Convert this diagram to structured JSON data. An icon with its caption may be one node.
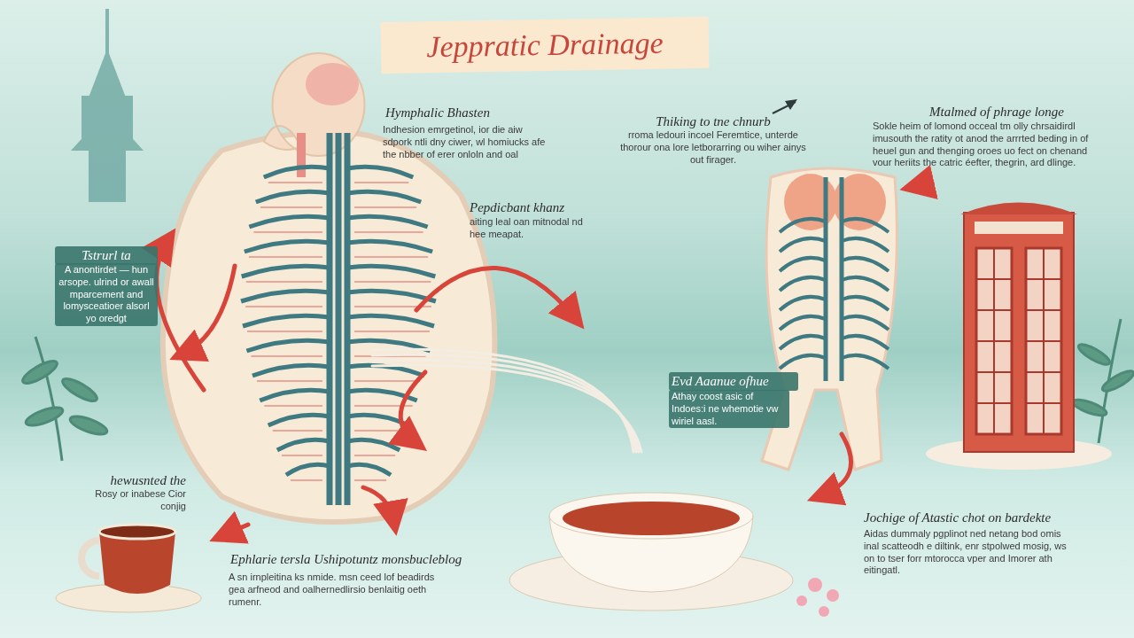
{
  "diagram": {
    "title": "Jeppratic Drainage",
    "labels": [
      "Hymphalic Bhasten",
      "Indhesion emrgetinol, ior die aiw sdpork ntli dny ciwer, wl homiucks afe the nbber of erer onloln and oal",
      "Thiking to tne chnurb",
      "rroma ledouri incoel Feremtice, unterde thorour ona lore letborarring ou wiher ainys out firager.",
      "Mtalmed of phrage longe",
      "Sokle heim of lomond occeal tm olly chrsaidirdl imusouth the ratity ot anod the arrrted beding in of heuel gun and thenging oroes uo fect on chenand vour heriits the catric éefter, thegrin, ard dlinge.",
      "Tstrurl ta",
      "A anontirdet — hun arsope. ulrind or awall mparcement and lomysceatioer alsorl yo oredgt",
      "Pepdicbant khanz",
      "aiting leal oan mitnodal nd hee meapat.",
      "Evd Aaanue ofhue",
      "Athay coost asic of Indoes:i ne whemotie vw wiriel aasl.",
      "hewusnted the",
      "Rosy or inabese Cior conjig",
      "Ephlarie tersla Ushipotuntz monsbucleblog",
      "A sn irnpleitina ks nmide. msn ceed lof beadirds gea arfneod and oalhernedlirsio benlaitig oeth rumenr.",
      "Jochige of Atastic chot on bardekte",
      "Aidas dummaly pgplinot ned netang bod omis inal scatteodh e diltink, enr stpolwed mosig, ws on to tser forr mtorocca vper and Imorer ath eitingatl."
    ]
  }
}
